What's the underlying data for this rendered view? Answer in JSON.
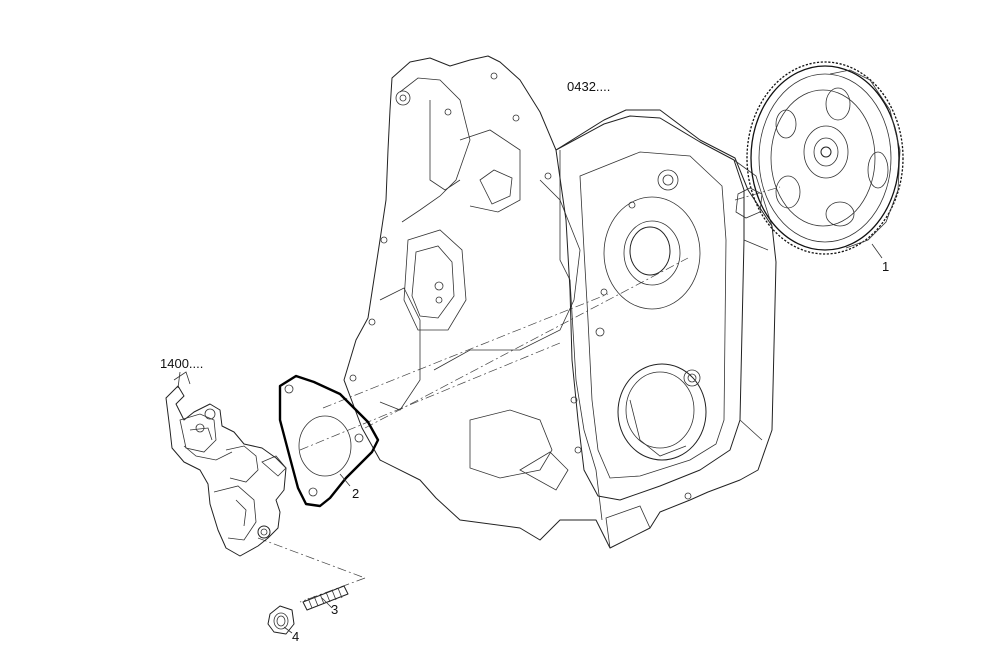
{
  "callouts": {
    "ref_0432": "0432....",
    "ref_1400": "1400....",
    "part_1": "1",
    "part_2": "2",
    "part_3": "3",
    "part_4": "4"
  }
}
